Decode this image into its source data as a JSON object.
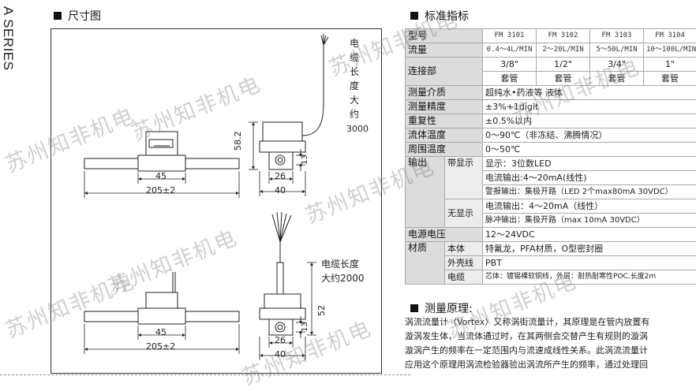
{
  "series_label": "A SERIES",
  "left_title": "尺寸图",
  "right_title": "标准指标",
  "diagram": {
    "cable_top_label": [
      "电",
      "缆",
      "长",
      "度",
      "大",
      "约",
      "3000"
    ],
    "dim_58_2": "58.2",
    "dim_13_top": "13",
    "dim_45_top": "45",
    "dim_205_top": "205±2",
    "dim_26_top": "26",
    "dim_40_top": "40",
    "cable_bottom_label_1": "电缆长度",
    "cable_bottom_label_2": "大约2000",
    "dim_52": "52",
    "dim_13_bottom": "13",
    "dim_45_bottom": "45",
    "dim_205_bottom": "205±2",
    "dim_26_bottom": "26",
    "dim_40_bottom": "40"
  },
  "spec": {
    "model_label": "型号",
    "models": [
      "FM 3101",
      "FM 3102",
      "FM 3103",
      "FM 3104"
    ],
    "flow_label": "流量",
    "flows": [
      "0.4～4L/MIN",
      "2～20L/MIN",
      "5～50L/MIN",
      "10～100L/MIN"
    ],
    "conn_label": "连接部",
    "conn_sizes": [
      "3/8\"",
      "1/2\"",
      "3/4\"",
      "1\""
    ],
    "conn_types": [
      "套管",
      "套管",
      "套管",
      "套管"
    ],
    "medium_label": "测量介质",
    "medium_value": "超纯水•药液等 液体",
    "accuracy_label": "测量精度",
    "accuracy_value": "±3%+1digit",
    "repeat_label": "重复性",
    "repeat_value": "±0.5%以内",
    "fluid_temp_label": "流体温度",
    "fluid_temp_value": "0～90℃（非冻结、沸腾情况）",
    "ambient_label": "周围温度",
    "ambient_value": "0～50℃",
    "output_label": "输出",
    "with_display_label": "带显示",
    "display_value": "显示：3位数LED",
    "current_out_1": "电流输出:4～20mA(线性)",
    "alarm_out": "警报输出：集极开路（LED 2个max80mA 30VDC）",
    "no_display_label": "无显示",
    "current_out_2": "电流输出：4～20mA（线性）",
    "pulse_out": "脉冲输出：集极开路（max 10mA 30VDC）",
    "power_label": "电源电压",
    "power_value": "12～24VDC",
    "material_label": "材质",
    "body_label": "本体",
    "body_value": "特氟龙，PFA材质，O型密封圈",
    "shell_label": "外壳线",
    "shell_value": "PBT",
    "cable_label": "电缆",
    "cable_value": "芯体：镀锡裸软铜线，外层：耐热耐寒性POC,长度2m"
  },
  "principle": {
    "title": "测量原理:",
    "lines": [
      "涡流流量计（Vortex）又称涡街流量计，其原理是在管内放置有",
      "漩涡发生体，当流体通过时，在其两侧会交替产生有规则的漩涡",
      "漩涡产生的频率在一定范围内与流速成线性关系。此涡流流量计",
      "应用这个原理用涡流检验器验出涡流所产生的频率，通过处理回"
    ]
  },
  "watermark": "苏州知非机电",
  "colors": {
    "label_bg": "#dcdcdc",
    "border": "#a9a9a9",
    "watermark": "#828282"
  }
}
